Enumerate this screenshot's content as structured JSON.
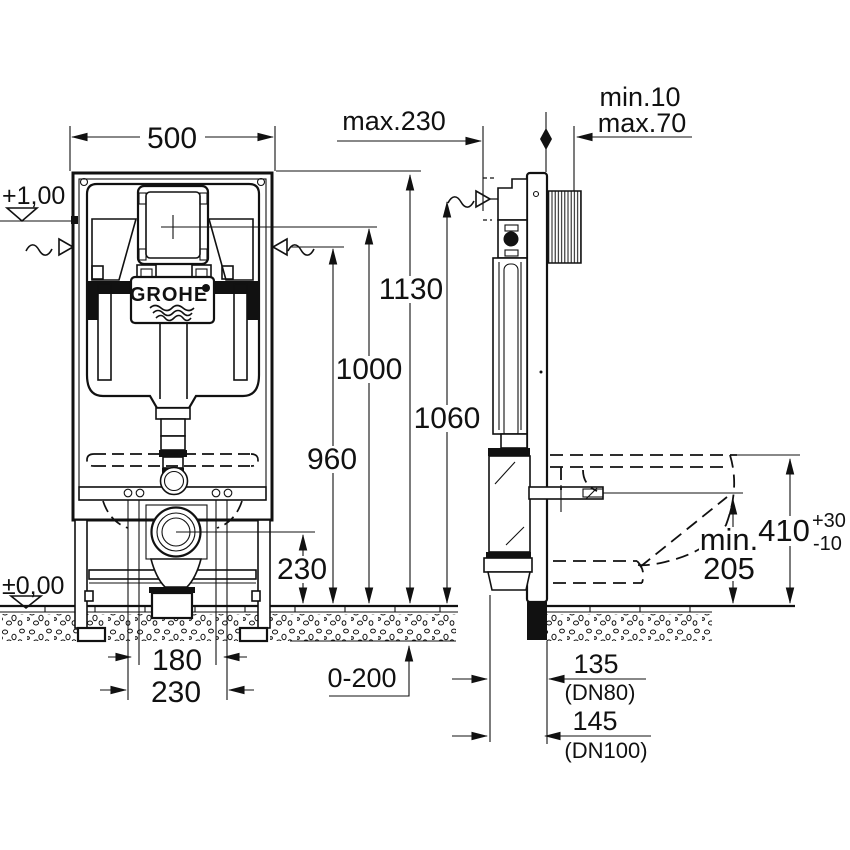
{
  "drawing": {
    "brand": "GROHE",
    "front_view": {
      "level_top": "+1,00",
      "level_floor": "±0,00",
      "dim_width": "500",
      "dim_total_height": "1130",
      "dim_center_height": "1000",
      "dim_actuation_height": "960",
      "dim_drain_height": "230",
      "dim_rod_span": "180",
      "dim_frame_span": "230",
      "dim_floor_buildup": "0-200"
    },
    "side_view": {
      "dim_max_depth": "max.230",
      "dim_wall_min": "min.10",
      "dim_wall_max": "max.70",
      "dim_bend_height": "1060",
      "dim_outlet_min_label": "min.",
      "dim_outlet_min_value": "205",
      "dim_bowl_height": "410",
      "dim_bowl_tol_plus": "+30",
      "dim_bowl_tol_minus": "-10",
      "dim_outlet_dn80": "135",
      "dim_outlet_dn80_note": "(DN80)",
      "dim_outlet_dn100": "145",
      "dim_outlet_dn100_note": "(DN100)"
    }
  }
}
